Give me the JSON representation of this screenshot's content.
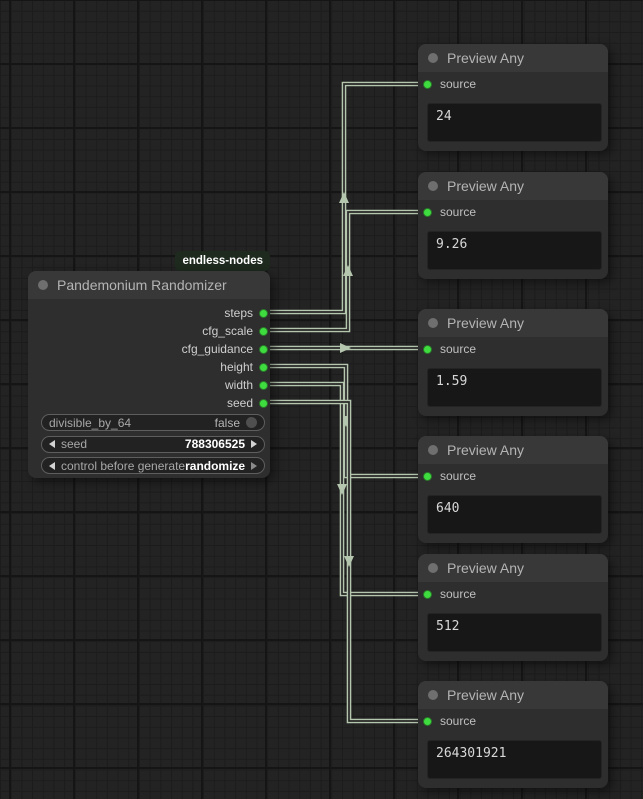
{
  "badge": {
    "label": "endless-nodes"
  },
  "randomizer": {
    "title": "Pandemonium Randomizer",
    "outputs": [
      "steps",
      "cfg_scale",
      "cfg_guidance",
      "height",
      "width",
      "seed"
    ],
    "widgets": {
      "toggle": {
        "label": "divisible_by_64",
        "value": "false"
      },
      "seed": {
        "label": "seed",
        "value": "788306525"
      },
      "control": {
        "label": "control before generate",
        "value": "randomize"
      }
    }
  },
  "previews": [
    {
      "title": "Preview Any",
      "input_label": "source",
      "value": "24"
    },
    {
      "title": "Preview Any",
      "input_label": "source",
      "value": "9.26"
    },
    {
      "title": "Preview Any",
      "input_label": "source",
      "value": "1.59"
    },
    {
      "title": "Preview Any",
      "input_label": "source",
      "value": "640"
    },
    {
      "title": "Preview Any",
      "input_label": "source",
      "value": "512"
    },
    {
      "title": "Preview Any",
      "input_label": "source",
      "value": "264301921"
    }
  ],
  "links": [
    {
      "from": "steps",
      "to": "preview-1"
    },
    {
      "from": "cfg_scale",
      "to": "preview-2"
    },
    {
      "from": "cfg_guidance",
      "to": "preview-3"
    },
    {
      "from": "height",
      "to": "preview-4"
    },
    {
      "from": "width",
      "to": "preview-5"
    },
    {
      "from": "seed",
      "to": "preview-6"
    }
  ],
  "colors": {
    "canvas_bg": "#232323",
    "node_body": "#2e2e2e",
    "node_titlebar": "#383838",
    "slot_dot": "#3edc3e",
    "link": "#b5c6af",
    "widget_bg": "#222222",
    "textbox_bg": "#171717",
    "badge_bg": "#1d2a1d"
  }
}
